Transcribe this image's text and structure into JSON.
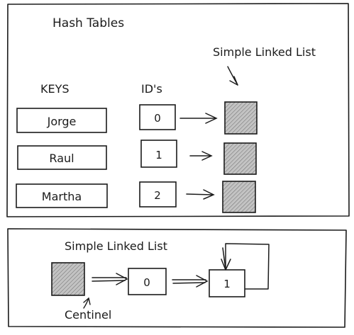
{
  "hash_tables": {
    "title": "Hash Tables",
    "keys_header": "KEYS",
    "ids_header": "ID's",
    "list_label": "Simple Linked List",
    "rows": [
      {
        "key": "Jorge",
        "id": "0"
      },
      {
        "key": "Raul",
        "id": "1"
      },
      {
        "key": "Martha",
        "id": "2"
      }
    ]
  },
  "linked_list": {
    "title": "Simple Linked List",
    "nodes": [
      "0",
      "1"
    ],
    "centinel_label": "Centinel"
  },
  "colors": {
    "stroke": "#1b1b1b",
    "hatch_fill": "#bdbdbd",
    "hatch_line": "#6d6d6d",
    "background": "#ffffff"
  }
}
